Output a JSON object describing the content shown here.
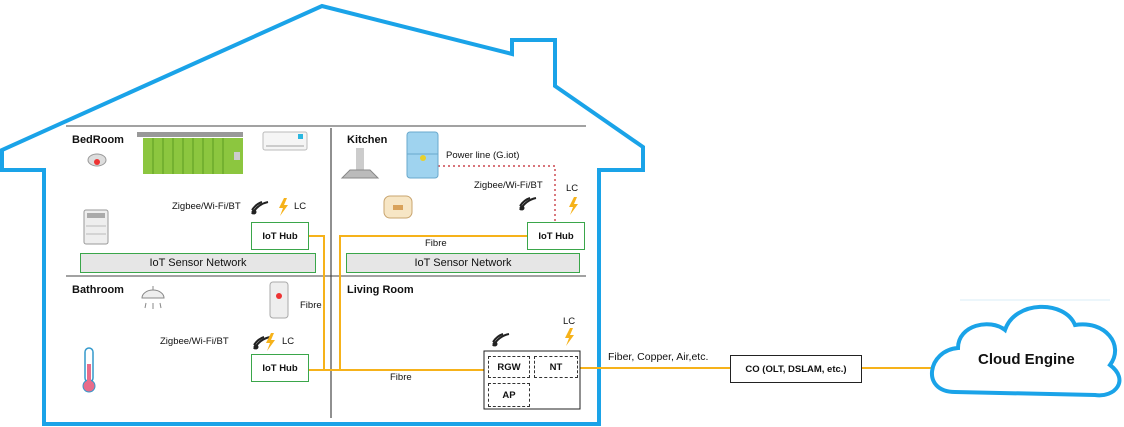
{
  "rooms": {
    "bedroom": "BedRoom",
    "kitchen": "Kitchen",
    "bathroom": "Bathroom",
    "living_room": "Living Room"
  },
  "labels": {
    "zigbee": "Zigbee/Wi-Fi/BT",
    "lc": "LC",
    "powerline": "Power line (G.iot)",
    "fibre": "Fibre",
    "iot_hub": "IoT Hub",
    "iot_sensor_network": "IoT Sensor Network",
    "rgw": "RGW",
    "nt": "NT",
    "ap": "AP",
    "access_media": "Fiber, Copper, Air,etc.",
    "co": "CO (OLT, DSLAM, etc.)",
    "cloud": "Cloud Engine"
  },
  "colors": {
    "house_outline": "#1aa3e8",
    "fibre_line": "#f6b21a",
    "hub_border": "#3aa64a",
    "powerline_dotted": "#c0202a",
    "cloud_outline": "#1aa3e8"
  }
}
